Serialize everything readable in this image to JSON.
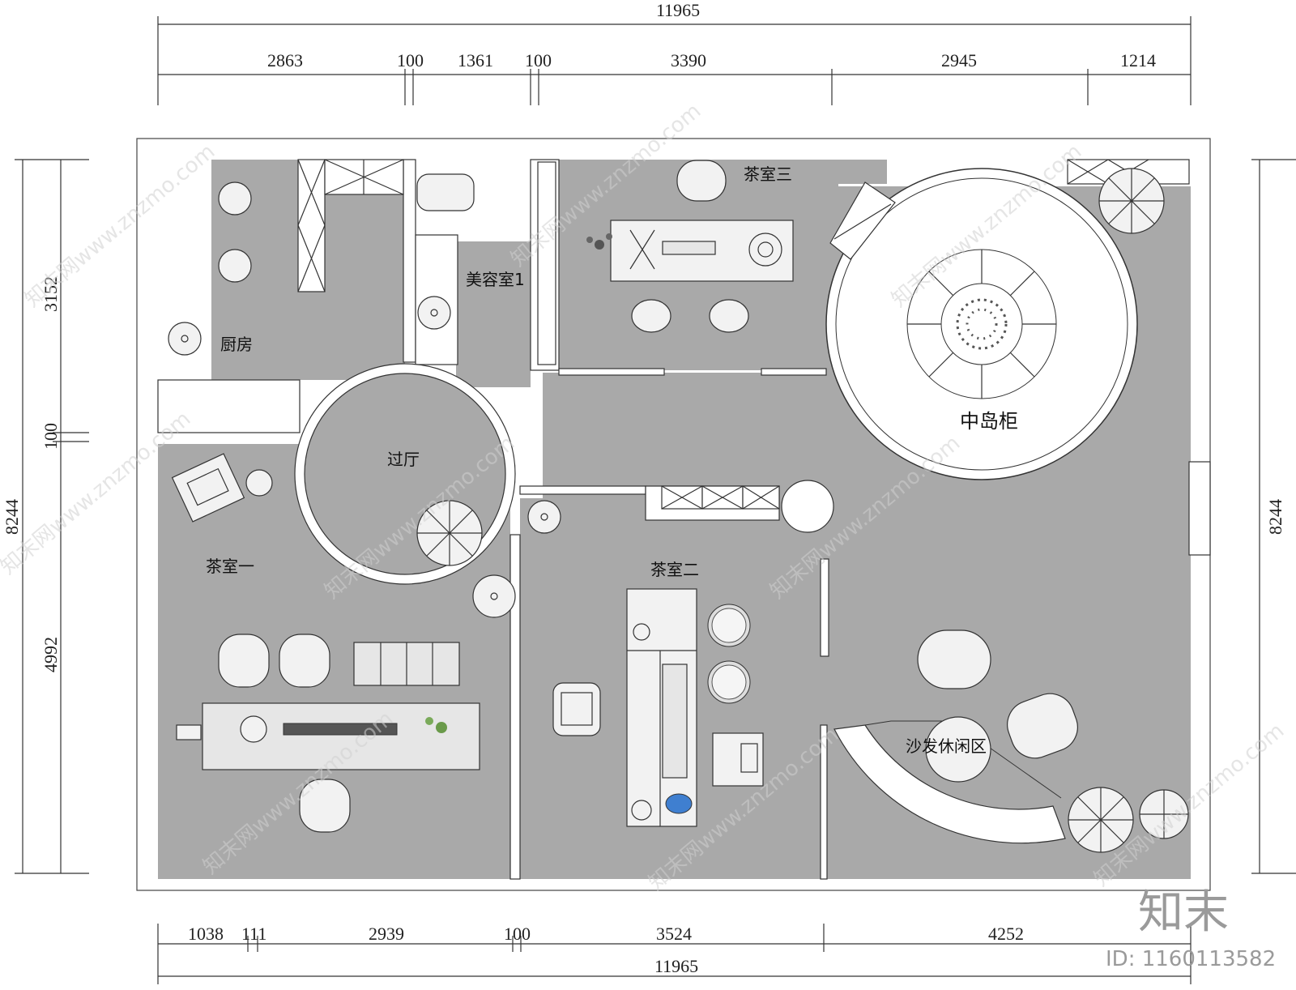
{
  "dimensions": {
    "top_total": "11965",
    "top_segments": [
      "2863",
      "100",
      "1361",
      "100",
      "3390",
      "2945",
      "1214"
    ],
    "bottom_segments": [
      "1038",
      "111",
      "2939",
      "100",
      "3524",
      "4252"
    ],
    "bottom_total": "11965",
    "left_total": "8244",
    "left_segments": [
      "3152",
      "100",
      "4992"
    ],
    "right_total": "8244"
  },
  "rooms": {
    "kitchen": "厨房",
    "beauty_room": "美容室1",
    "tea_room_3": "茶室三",
    "island": "中岛柜",
    "hall": "过厅",
    "tea_room_1": "茶室一",
    "tea_room_2": "茶室二",
    "lounge": "沙发休闲区"
  },
  "watermark": {
    "text": "知末网www.znzmo.com",
    "brand": "知末",
    "id": "ID: 1160113582"
  },
  "colors": {
    "floor": "#a9a9a9",
    "wall": "#ffffff",
    "line": "#333333"
  }
}
